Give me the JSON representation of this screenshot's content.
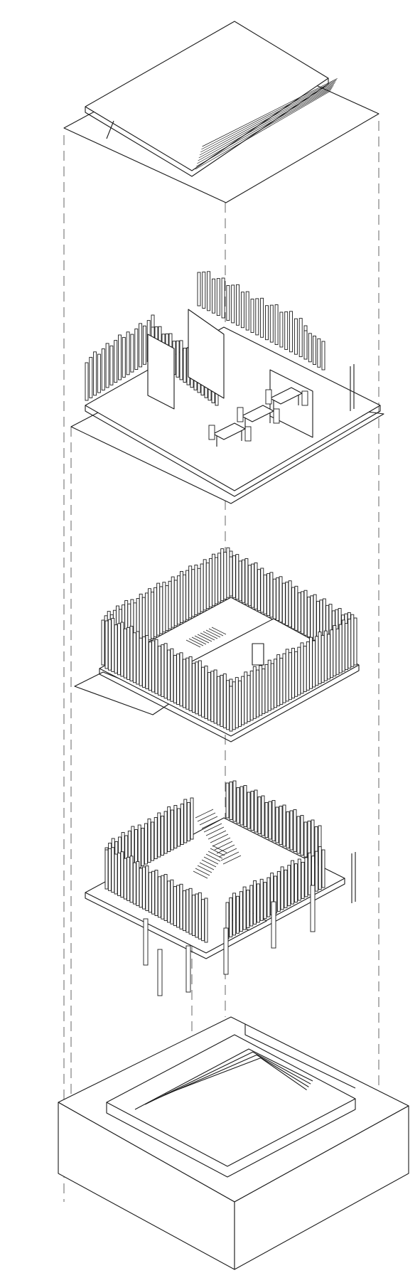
{
  "diagram": {
    "kind": "exploded-axonometric",
    "layers": [
      {
        "id": "roof",
        "parts": [
          "roof-plane-upper",
          "roof-plane-lower",
          "roof-solar-strips"
        ]
      },
      {
        "id": "upper-floor",
        "parts": [
          "floor-slab",
          "vertical-fins",
          "angled-partitions",
          "dining-tables",
          "columns"
        ]
      },
      {
        "id": "middle-floor",
        "parts": [
          "floor-slab",
          "vertical-fins",
          "entry-ramp",
          "inner-room",
          "door",
          "stair"
        ]
      },
      {
        "id": "lower-floor",
        "parts": [
          "floor-slab",
          "vertical-fins",
          "switchback-stair",
          "pilotis"
        ]
      },
      {
        "id": "base",
        "parts": [
          "plinth",
          "sunken-courtyard",
          "terraced-steps"
        ]
      }
    ],
    "colors": {
      "line": "#1a1a1a",
      "guide": "#555555",
      "background": "#ffffff"
    }
  }
}
